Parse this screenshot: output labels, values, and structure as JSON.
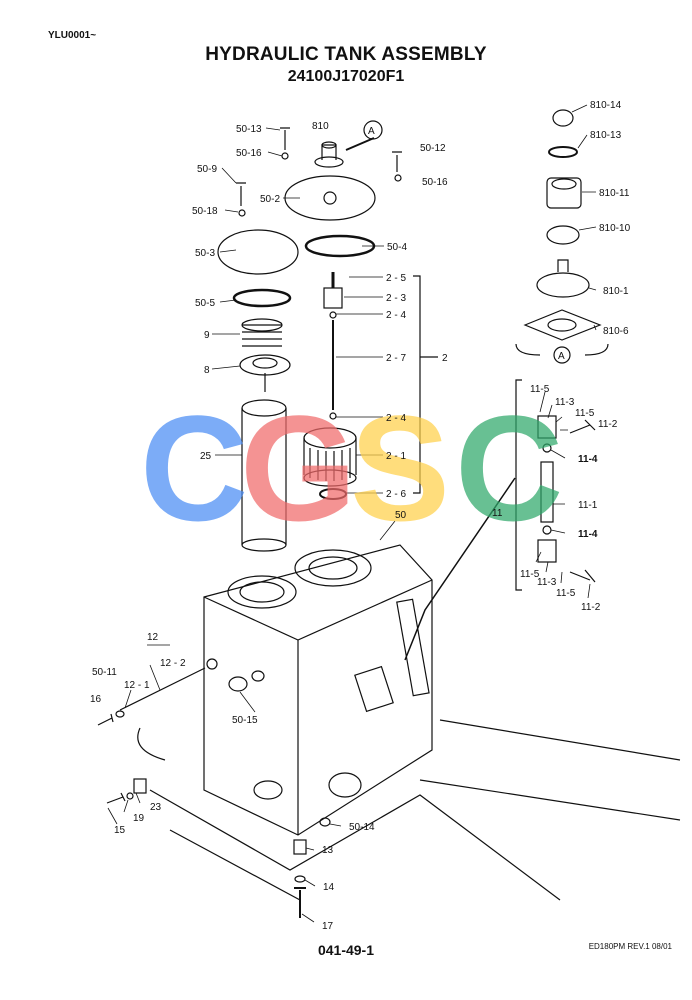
{
  "header": {
    "code": "YLU0001~",
    "title": "HYDRAULIC TANK ASSEMBLY",
    "subtitle": "24100J17020F1"
  },
  "footer": {
    "page": "041-49-1",
    "revision": "ED180PM REV.1  08/01"
  },
  "watermark": {
    "letters": [
      "C",
      "G",
      "S",
      "C"
    ],
    "colors": [
      "#4a8df5",
      "#f06a6a",
      "#ffd04a",
      "#2fa86a"
    ]
  },
  "callouts": {
    "p50_13": "50-13",
    "p810": "810",
    "pA_top": "A",
    "p50_12": "50-12",
    "p50_16a": "50-16",
    "p50_16b": "50-16",
    "p50_9": "50-9",
    "p50_2": "50-2",
    "p50_18": "50-18",
    "p50_3": "50-3",
    "p50_4": "50-4",
    "p50_5": "50-5",
    "p9": "9",
    "p8": "8",
    "p25": "25",
    "p2_5": "2 - 5",
    "p2_3": "2 - 3",
    "p2_4a": "2 - 4",
    "p2_7": "2 - 7",
    "p2": "2",
    "p2_4b": "2 - 4",
    "p2_1": "2 - 1",
    "p2_6": "2 - 6",
    "p50": "50",
    "p810_14": "810-14",
    "p810_13": "810-13",
    "p810_11": "810-11",
    "p810_10": "810-10",
    "p810_1": "810-1",
    "p810_6": "810-6",
    "pA_bottom": "A",
    "p11_5a": "11-5",
    "p11_3a": "11-3",
    "p11_5b": "11-5",
    "p11_2a": "11-2",
    "p11_4a": "11-4",
    "p11_1": "11-1",
    "p11": "11",
    "p11_4b": "11-4",
    "p11_5c": "11-5",
    "p11_3b": "11-3",
    "p11_5d": "11-5",
    "p11_2b": "11-2",
    "p12": "12",
    "p12_2": "12 - 2",
    "p12_1": "12 - 1",
    "p50_11": "50-11",
    "p16": "16",
    "p50_15": "50-15",
    "p23": "23",
    "p19": "19",
    "p15": "15",
    "p50_14": "50-14",
    "p13": "13",
    "p14": "14",
    "p17": "17"
  }
}
